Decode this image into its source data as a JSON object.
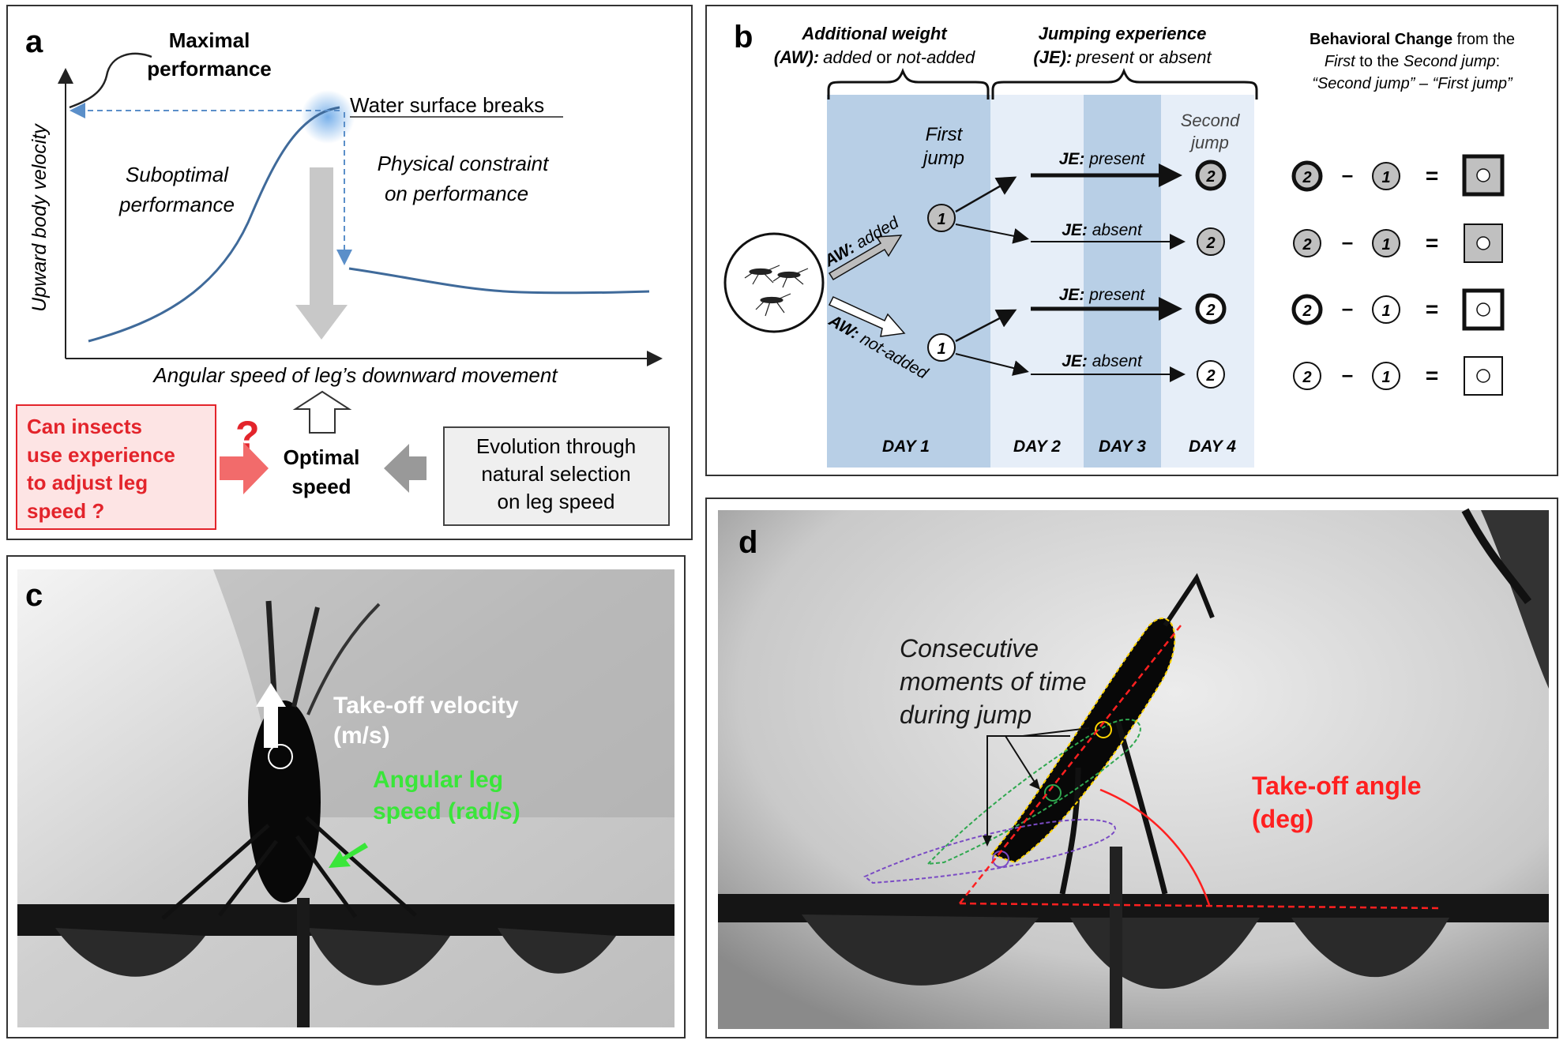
{
  "panel_a": {
    "letter": "a",
    "max_perf_line1": "Maximal",
    "max_perf_line2": "performance",
    "water_breaks": "Water surface breaks",
    "suboptimal_line1": "Suboptimal",
    "suboptimal_line2": "performance",
    "constraint_line1": "Physical constraint",
    "constraint_line2": "on performance",
    "y_axis": "Upward body velocity",
    "x_axis": "Angular speed of leg’s downward movement",
    "question_line1": "Can insects",
    "question_line2": "use experience",
    "question_line3": "to adjust leg",
    "question_line4": "speed ?",
    "question_mark": "?",
    "optimal_line1": "Optimal",
    "optimal_line2": "speed",
    "evolution_line1": "Evolution through",
    "evolution_line2": "natural selection",
    "evolution_line3": "on leg speed"
  },
  "panel_b": {
    "letter": "b",
    "aw_header_title": "Additional weight",
    "aw_header_abbr": "(AW):",
    "aw_header_opt1": "added",
    "aw_header_or": " or ",
    "aw_header_opt2": "not-added",
    "je_header_title": "Jumping experience",
    "je_header_abbr": "(JE):",
    "je_header_opt1": "present",
    "je_header_or": " or ",
    "je_header_opt2": "absent",
    "bc_title_bold": "Behavioral Change",
    "bc_title_rest": " from the",
    "bc_line2_a": "First",
    "bc_line2_b": " to the ",
    "bc_line2_c": "Second jump",
    "bc_line2_d": ":",
    "bc_line3": "“Second jump” – “First jump”",
    "first_jump_line1": "First",
    "first_jump_line2": "jump",
    "second_jump_line1": "Second",
    "second_jump_line2": "jump",
    "aw_added_label": "AW:",
    "aw_added_value": " added",
    "aw_notadded_label": "AW:",
    "aw_notadded_value": " not-added",
    "je_rows": [
      {
        "label": "JE:",
        "value": " present"
      },
      {
        "label": "JE:",
        "value": " absent"
      },
      {
        "label": "JE:",
        "value": " present"
      },
      {
        "label": "JE:",
        "value": " absent"
      }
    ],
    "node_first": "1",
    "node_second": "2",
    "minus": "–",
    "equals": "=",
    "days": [
      "DAY 1",
      "DAY 2",
      "DAY 3",
      "DAY 4"
    ]
  },
  "panel_c": {
    "letter": "c",
    "velocity_line1": "Take-off velocity",
    "velocity_line2": "(m/s)",
    "leg_speed_line1": "Angular leg",
    "leg_speed_line2": "speed (rad/s)"
  },
  "panel_d": {
    "letter": "d",
    "moments_line1": "Consecutive",
    "moments_line2": "moments of time",
    "moments_line3": "during jump",
    "angle_line1": "Take-off angle",
    "angle_line2": "(deg)"
  },
  "colors": {
    "day_dark": "#b8cfe6",
    "day_light": "#e6eef8",
    "curve": "#3f6a9a",
    "dashed": "#5b8fc9",
    "question_red": "#e3242b",
    "leg_green": "#39e639",
    "angle_red": "#ff2020"
  }
}
